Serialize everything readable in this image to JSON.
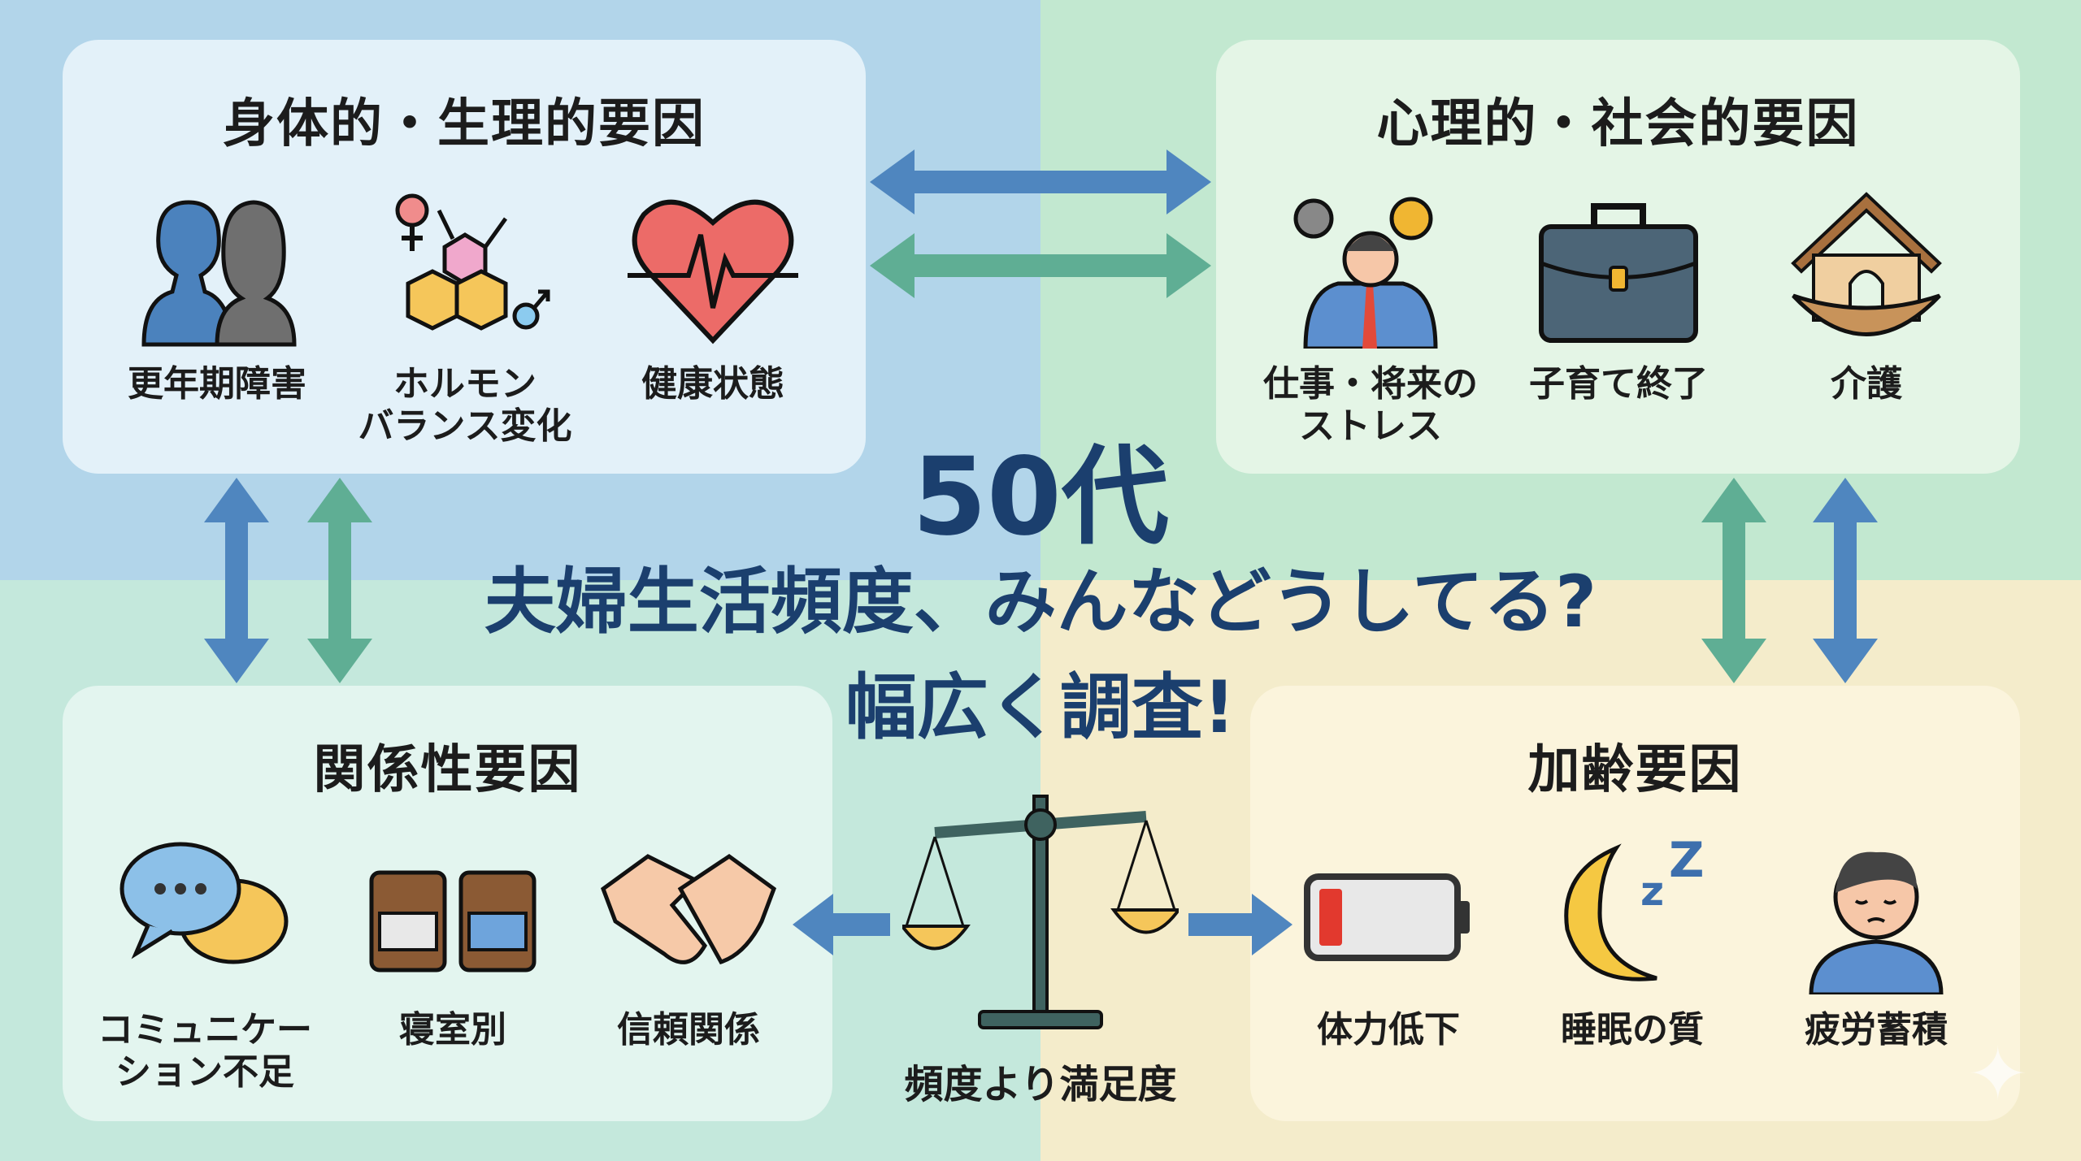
{
  "title": {
    "age": "50代",
    "line2": "夫婦生活頻度、みんなどうしてる?",
    "line3": "幅広く調査!"
  },
  "cards": {
    "physical": {
      "title": "身体的・生理的要因",
      "items": [
        {
          "label": "更年期障害",
          "icon": "couple-silhouette-icon"
        },
        {
          "label": "ホルモン\nバランス変化",
          "icon": "hormone-molecule-icon"
        },
        {
          "label": "健康状態",
          "icon": "heart-pulse-icon"
        }
      ]
    },
    "psych": {
      "title": "心理的・社会的要因",
      "items": [
        {
          "label": "仕事・将来の\nストレス",
          "icon": "stressed-man-icon"
        },
        {
          "label": "子育て終了",
          "icon": "briefcase-icon"
        },
        {
          "label": "介護",
          "icon": "house-nest-icon"
        }
      ]
    },
    "relation": {
      "title": "関係性要因",
      "items": [
        {
          "label": "コミュニケー\nション不足",
          "icon": "chat-bubbles-icon"
        },
        {
          "label": "寝室別",
          "icon": "separate-beds-icon"
        },
        {
          "label": "信頼関係",
          "icon": "handshake-icon"
        }
      ]
    },
    "aging": {
      "title": "加齢要因",
      "items": [
        {
          "label": "体力低下",
          "icon": "low-battery-icon"
        },
        {
          "label": "睡眠の質",
          "icon": "moon-sleep-icon"
        },
        {
          "label": "疲労蓄積",
          "icon": "tired-person-icon"
        }
      ]
    }
  },
  "balance": {
    "label": "頻度より満足度",
    "icon": "balance-scale-icon"
  },
  "colors": {
    "blue_arrow": "#4f86bf",
    "green_arrow": "#5fae94",
    "title_navy": "#1b3f6e"
  }
}
